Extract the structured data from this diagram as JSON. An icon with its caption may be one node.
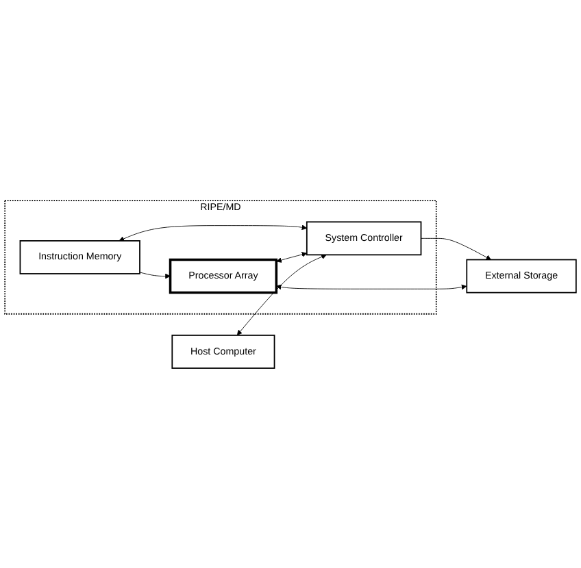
{
  "diagram": {
    "nodes": [
      {
        "text": [
          "RIPE/MD"
        ]
      },
      {
        "text": [
          "External Storage"
        ]
      },
      {
        "text": [
          "Processor Array"
        ],
        "in": 0
      },
      {
        "text": [
          "Instruction Memory"
        ],
        "in": 0
      },
      {
        "text": [
          "Host Computer"
        ]
      },
      {
        "text": [
          "System Controller"
        ],
        "in": 0
      }
    ],
    "edges": [
      {
        "from": 1,
        "to": 2,
        "arrow": "both"
      },
      {
        "from": 5,
        "to": 1,
        "arrow": "to"
      },
      {
        "from": 3,
        "to": 2,
        "arrow": "to"
      },
      {
        "from": 3,
        "to": 5,
        "arrow": "both"
      },
      {
        "from": 2,
        "to": 5,
        "arrow": "both"
      },
      {
        "from": 4,
        "to": 5,
        "arrow": "both"
      }
    ]
  }
}
